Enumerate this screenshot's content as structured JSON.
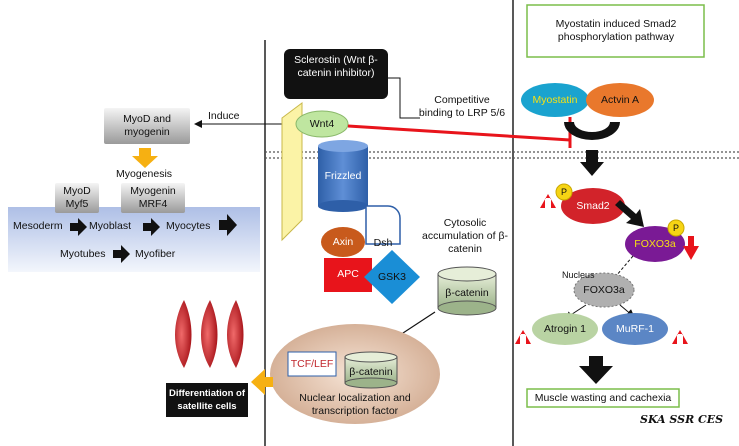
{
  "left_panel": {
    "myod_box": "MyoD and myogenin",
    "induce": "Induce",
    "myogenesis": "Myogenesis",
    "myod_myf5": "MyoD Myf5",
    "myogenin_mrf4": "Myogenin MRF4",
    "mesoderm": "Mesoderm",
    "myoblast": "Myoblast",
    "myocytes": "Myocytes",
    "myotubes": "Myotubes",
    "myofiber": "Myofiber",
    "differentiation": "Differentiation of satellite cells"
  },
  "middle_panel": {
    "sclerostin": "Sclerostin (Wnt β-catenin inhibitor)",
    "competitive": "Competitive binding to LRP 5/6",
    "wnt4": "Wnt4",
    "frizzled": "Frizzled",
    "axin": "Axin",
    "dsh": "Dsh",
    "apc": "APC",
    "gsk3": "GSK3",
    "cytosolic": "Cytosolic accumulation of β-catenin",
    "beta_catenin": "β-catenin",
    "tcf_lef": "TCF/LEF",
    "nuclear_beta_catenin": "β-catenin",
    "nuclear_text": "Nuclear localization and transcription factor"
  },
  "right_panel": {
    "title": "Myostatin induced Smad2 phosphorylation pathway",
    "myostatin": "Myostatin",
    "activin": "Actvin A",
    "smad2": "Smad2",
    "p1": "P",
    "p2": "P",
    "foxo3a_outer": "FOXO3a",
    "nucleus": "Nucleus",
    "foxo3a_inner": "FOXO3a",
    "atrogin": "Atrogin 1",
    "murf": "MuRF-1",
    "outcome": "Muscle wasting and cachexia",
    "watermark": "SKA SSR CES"
  },
  "colors": {
    "red": "#e8141b",
    "orange": "#f6b012",
    "myostatin_blue": "#1aa3cf",
    "activin_orange": "#e9782c",
    "smad_red": "#d2232a",
    "foxo_purple": "#7a1a95",
    "atrogin_green": "#b9d3a3",
    "murf_blue": "#5b86c5",
    "nuclear_tan": "#d9b9a3"
  }
}
